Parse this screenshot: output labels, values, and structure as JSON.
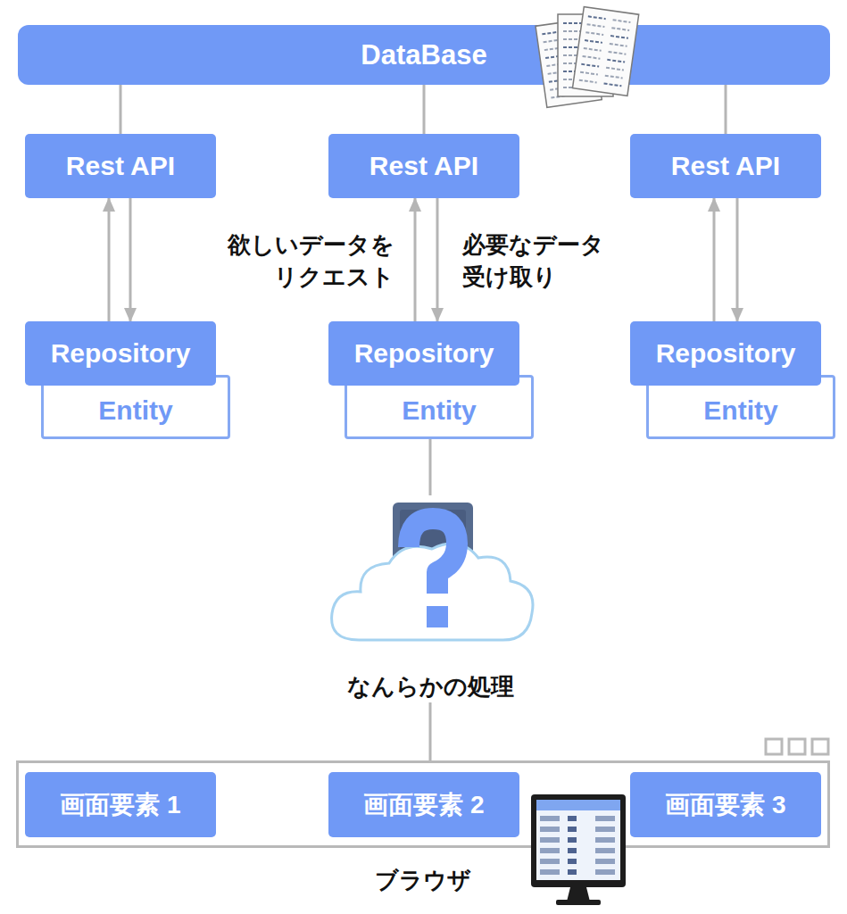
{
  "diagram": {
    "nodes": [
      {
        "text": [
          "DataBase"
        ]
      },
      {
        "text": [
          "Rest API"
        ]
      },
      {
        "text": [
          "Rest API"
        ]
      },
      {
        "text": [
          "Rest API"
        ]
      },
      {
        "text": [
          "Repository"
        ]
      },
      {
        "text": [
          "Entity"
        ]
      },
      {
        "text": [
          "Repository"
        ]
      },
      {
        "text": [
          "Entity"
        ]
      },
      {
        "text": [
          "Repository"
        ]
      },
      {
        "text": [
          "Entity"
        ]
      },
      {
        "text": [
          "なんらかの処理"
        ]
      },
      {
        "text": [
          "ブラウザ"
        ]
      },
      {
        "text": [
          "画面要素 1"
        ],
        "in": 11
      },
      {
        "text": [
          "画面要素 2"
        ],
        "in": 11
      },
      {
        "text": [
          "画面要素 3"
        ],
        "in": 11
      }
    ],
    "edges": [
      {
        "from": 0,
        "to": 1,
        "arrow": "none"
      },
      {
        "from": 0,
        "to": 2,
        "arrow": "none"
      },
      {
        "from": 0,
        "to": 3,
        "arrow": "none"
      },
      {
        "from": 4,
        "to": 1,
        "arrow": "to"
      },
      {
        "from": 1,
        "to": 4,
        "arrow": "to"
      },
      {
        "from": 6,
        "to": 2,
        "arrow": "to",
        "label": "欲しいデータを リクエスト"
      },
      {
        "from": 2,
        "to": 6,
        "arrow": "to",
        "label": "必要なデータ 受け取り"
      },
      {
        "from": 8,
        "to": 3,
        "arrow": "to"
      },
      {
        "from": 3,
        "to": 8,
        "arrow": "to"
      },
      {
        "from": 7,
        "to": 10,
        "arrow": "none"
      },
      {
        "from": 10,
        "to": 11,
        "arrow": "none"
      }
    ]
  }
}
